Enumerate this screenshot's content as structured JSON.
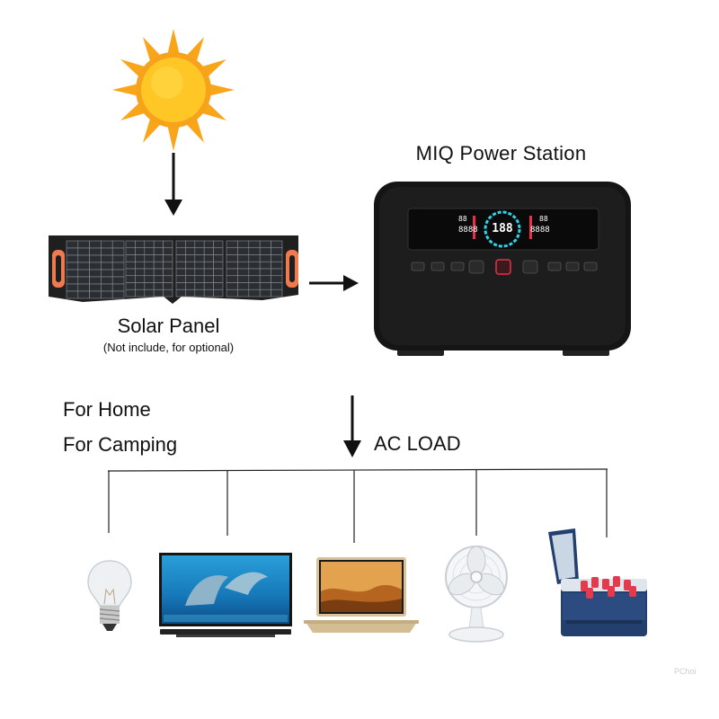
{
  "diagram": {
    "station_title": "MIQ Power Station",
    "panel_title": "Solar Panel",
    "panel_subtitle": "(Not include, for optional)",
    "uses": [
      "For Home",
      "For Camping"
    ],
    "ac_load_label": "AC LOAD",
    "watermark": "PChoi",
    "display_readouts": [
      "88",
      "8888",
      "188",
      "88",
      "8888"
    ]
  },
  "icons": [
    "sun-icon",
    "arrow-down-icon",
    "arrow-right-icon",
    "solar-panel-icon",
    "power-station-icon",
    "light-bulb-icon",
    "tv-icon",
    "laptop-icon",
    "fan-icon",
    "cooler-icon"
  ],
  "colors": {
    "sun": "#f9a51a",
    "sun_center": "#ffc928",
    "station_body": "#151515",
    "display_cyan": "#2fd3e6",
    "display_red": "#e8304a",
    "panel_handle": "#ef7a4f",
    "cooler_blue": "#233f6e"
  }
}
